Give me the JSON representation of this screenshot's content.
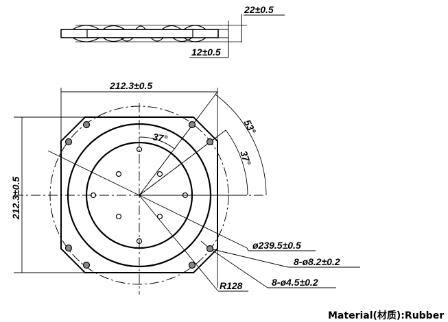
{
  "dimensions": {
    "total_thickness": "22±0.5",
    "plate_thickness": "12±0.5",
    "width": "212.3±0.5",
    "height": "212.3±0.5",
    "angle_outer": "53°",
    "angle_inner": "37°",
    "angle_top": "37°",
    "outer_diameter": "ø239.5±0.5",
    "large_holes": "8-ø8.2±0.2",
    "small_holes": "8-ø4.5±0.2",
    "radius": "R128"
  },
  "material_label": "Material(材质):Rubber",
  "colors": {
    "line": "#000000",
    "background": "#ffffff"
  }
}
